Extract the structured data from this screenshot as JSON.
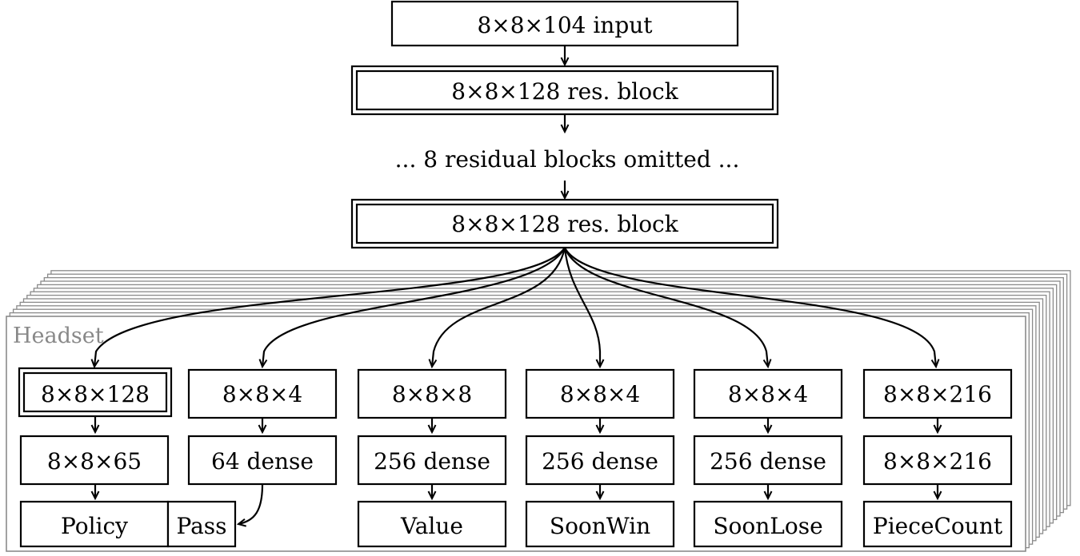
{
  "trunk": {
    "input": "8×8×104 input",
    "res_block_first": "8×8×128 res. block",
    "omitted": "... 8 residual blocks omitted ...",
    "res_block_last": "8×8×128 res. block"
  },
  "headset": {
    "label": "Headset",
    "heads": [
      {
        "layer1": "8×8×128",
        "layer2": "8×8×65",
        "output": "Policy"
      },
      {
        "layer1": "8×8×4",
        "layer2": "64 dense",
        "output": "Pass"
      },
      {
        "layer1": "8×8×8",
        "layer2": "256 dense",
        "output": "Value"
      },
      {
        "layer1": "8×8×4",
        "layer2": "256 dense",
        "output": "SoonWin"
      },
      {
        "layer1": "8×8×4",
        "layer2": "256 dense",
        "output": "SoonLose"
      },
      {
        "layer1": "8×8×216",
        "layer2": "8×8×216",
        "output": "PieceCount"
      }
    ]
  }
}
